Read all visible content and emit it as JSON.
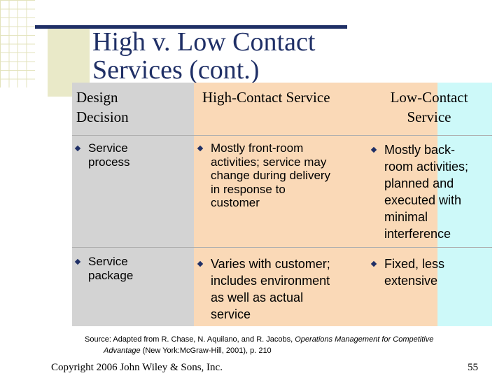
{
  "slide": {
    "title_line1": "High v. Low Contact",
    "title_line2": "Services (cont.)",
    "colors": {
      "title": "#1f2f66",
      "design_col": "#d3d3d3",
      "high_col": "#fad9b7",
      "low_col": "#cdf9f9",
      "bullet": "#1f2f66"
    }
  },
  "table": {
    "headers": {
      "design_line1": "Design",
      "design_line2": "Decision",
      "high": "High-Contact Service",
      "low_line1": "Low-Contact",
      "low_line2": "Service"
    },
    "rows": [
      {
        "decision_line1": "Service",
        "decision_line2": "process",
        "high_lines": [
          "Mostly front-room",
          "activities; service may",
          "change during delivery",
          "in response to",
          "customer"
        ],
        "low_lines": [
          "Mostly back-",
          "room activities;",
          "planned and",
          "executed with",
          "minimal",
          "interference"
        ]
      },
      {
        "decision_line1": "Service",
        "decision_line2": "package",
        "high_lines": [
          "Varies with customer;",
          "includes environment",
          "as well as actual",
          "service"
        ],
        "low_lines": [
          "Fixed, less",
          "extensive"
        ]
      }
    ]
  },
  "source": {
    "prefix": "Source: Adapted from R. Chase, N. Aquilano, and R. Jacobs, ",
    "italic1": "Operations Management for Competitive",
    "italic2": "Advantage",
    "suffix": " (New York:McGraw-Hill, 2001), p. 210"
  },
  "footer": {
    "copyright": "Copyright 2006 John Wiley & Sons, Inc.",
    "page_number": "55"
  }
}
